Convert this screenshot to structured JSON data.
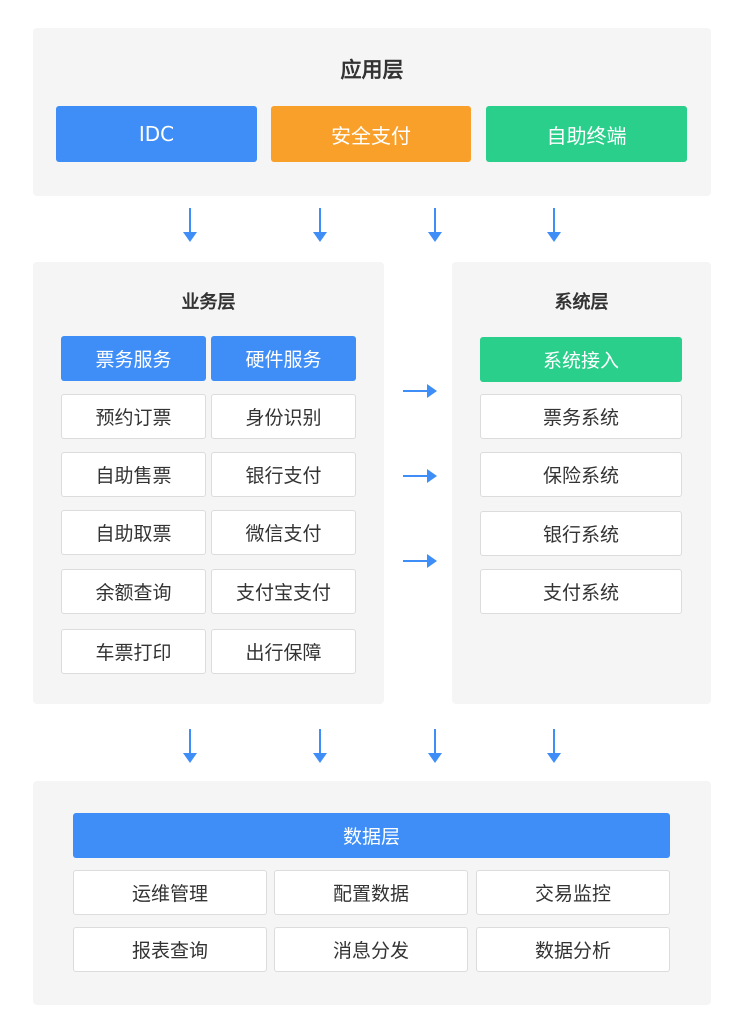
{
  "colors": {
    "blue": "#3f8ef7",
    "orange": "#f9a02b",
    "green": "#29cf8b",
    "panel": "#f5f5f5",
    "arrow": "#3f8ef7"
  },
  "app_layer": {
    "title": "应用层",
    "items": [
      "IDC",
      "安全支付",
      "自助终端"
    ]
  },
  "business_layer": {
    "title": "业务层",
    "headers": [
      "票务服务",
      "硬件服务"
    ],
    "cells": [
      "预约订票",
      "身份识别",
      "自助售票",
      "银行支付",
      "自助取票",
      "微信支付",
      "余额查询",
      "支付宝支付",
      "车票打印",
      "出行保障"
    ]
  },
  "system_layer": {
    "title": "系统层",
    "header": "系统接入",
    "items": [
      "票务系统",
      "保险系统",
      "银行系统",
      "支付系统"
    ]
  },
  "data_layer": {
    "header": "数据层",
    "items": [
      "运维管理",
      "配置数据",
      "交易监控",
      "报表查询",
      "消息分发",
      "数据分析"
    ]
  }
}
